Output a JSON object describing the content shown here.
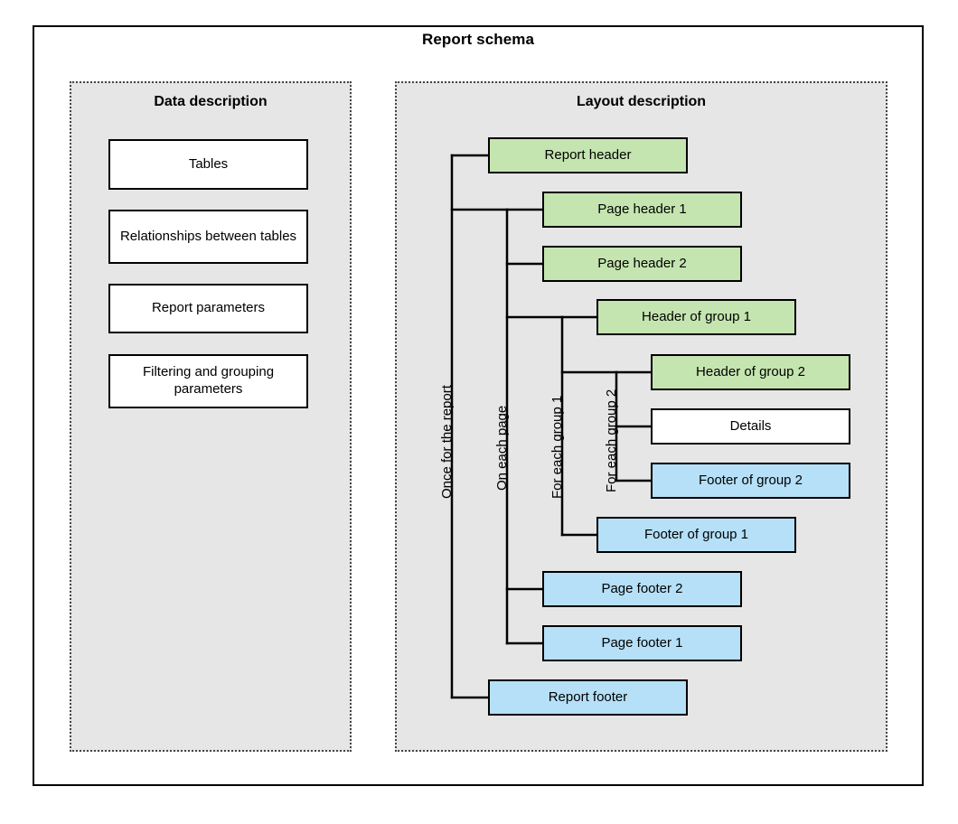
{
  "diagram": {
    "title": "Report schema",
    "type": "block-diagram",
    "colors": {
      "header_fill": "#c5e5b0",
      "footer_fill": "#b5e0f7",
      "neutral_fill": "#ffffff",
      "panel_fill": "#e6e6e6",
      "stroke": "#000000",
      "panel_border": "#444444"
    }
  },
  "panels": [
    {
      "id": "data-description",
      "title": "Data description",
      "nodes": [
        {
          "id": "tables",
          "label": "Tables",
          "fill": "neutral"
        },
        {
          "id": "relationships-between-tables",
          "label": "Relationships between tables",
          "fill": "neutral"
        },
        {
          "id": "report-parameters",
          "label": "Report parameters",
          "fill": "neutral"
        },
        {
          "id": "filtering-and-grouping-parameters",
          "label": "Filtering and grouping parameters",
          "fill": "neutral"
        }
      ]
    },
    {
      "id": "layout-description",
      "title": "Layout description",
      "nodes": [
        {
          "id": "report-header",
          "label": "Report header",
          "fill": "header",
          "scope": "once-for-the-report"
        },
        {
          "id": "page-header-1",
          "label": "Page header 1",
          "fill": "header",
          "scope": "on-each-page"
        },
        {
          "id": "page-header-2",
          "label": "Page header 2",
          "fill": "header",
          "scope": "on-each-page"
        },
        {
          "id": "header-of-group-1",
          "label": "Header of group 1",
          "fill": "header",
          "scope": "for-each-group-1"
        },
        {
          "id": "header-of-group-2",
          "label": "Header of group 2",
          "fill": "header",
          "scope": "for-each-group-2"
        },
        {
          "id": "details",
          "label": "Details",
          "fill": "neutral",
          "scope": "for-each-group-2"
        },
        {
          "id": "footer-of-group-2",
          "label": "Footer of group 2",
          "fill": "footer",
          "scope": "for-each-group-2"
        },
        {
          "id": "footer-of-group-1",
          "label": "Footer of group 1",
          "fill": "footer",
          "scope": "for-each-group-1"
        },
        {
          "id": "page-footer-2",
          "label": "Page footer 2",
          "fill": "footer",
          "scope": "on-each-page"
        },
        {
          "id": "page-footer-1",
          "label": "Page footer 1",
          "fill": "footer",
          "scope": "on-each-page"
        },
        {
          "id": "report-footer",
          "label": "Report footer",
          "fill": "footer",
          "scope": "once-for-the-report"
        }
      ],
      "brackets": [
        {
          "id": "once-for-the-report",
          "label": "Once for the report"
        },
        {
          "id": "on-each-page",
          "label": "On each page"
        },
        {
          "id": "for-each-group-1",
          "label": "For each group 1"
        },
        {
          "id": "for-each-group-2",
          "label": "For each group 2"
        }
      ]
    }
  ]
}
